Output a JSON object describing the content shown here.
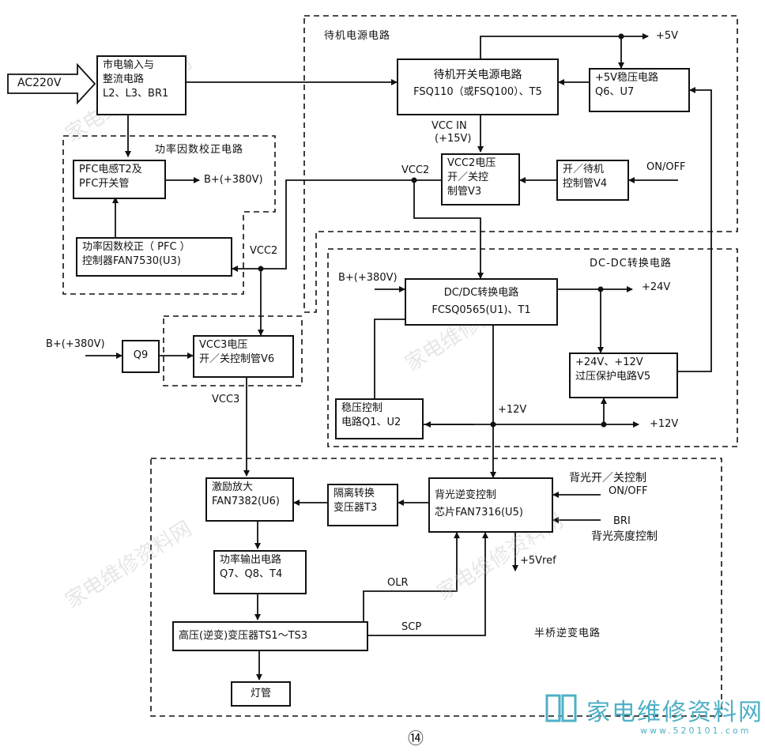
{
  "regions": {
    "standby": "待机电源电路",
    "pfc": "功率因数校正电路",
    "dcdc": "DC-DC转换电路",
    "halfbridge": "半桥逆变电路"
  },
  "blocks": {
    "mains": [
      "市电输入与",
      "整流电路",
      "L2、L3、BR1"
    ],
    "pfc_inductor": [
      "PFC电感T2及",
      "PFC开关管"
    ],
    "pfc_controller": [
      "功率因数校正（ PFC ）",
      "控制器FAN7530(U3)"
    ],
    "standby_smps": [
      "待机开关电源电路",
      "FSQ110（或FSQ100）、T5"
    ],
    "reg5v": [
      "+5V稳压电路",
      "Q6、U7"
    ],
    "vcc2_switch": [
      "VCC2电压",
      "开／关控",
      "制管V3"
    ],
    "standby_ctrl": [
      "开／待机",
      "控制管V4"
    ],
    "q9": [
      "Q9"
    ],
    "vcc3_switch": [
      "VCC3电压",
      "开／关控制管V6"
    ],
    "dcdc": [
      "DC/DC转换电路",
      "FCSQ0565(U1)、T1"
    ],
    "ovp": [
      "+24V、+12V",
      "过压保护电路V5"
    ],
    "regctrl": [
      "稳压控制",
      "电路Q1、U2"
    ],
    "driver": [
      "激励放大",
      "FAN7382(U6)"
    ],
    "isolation": [
      "隔离转换",
      "变压器T3"
    ],
    "backlight_ctrl": [
      "背光逆变控制",
      "芯片FAN7316(U5)"
    ],
    "power_out": [
      "功率输出电路",
      "Q7、Q8、T4"
    ],
    "hv_transformer": [
      "高压(逆变)变压器TS1～TS3"
    ],
    "lamp": [
      "灯管"
    ]
  },
  "labels": {
    "ac220v": "AC220V",
    "plus5v": "+5V",
    "vcc_in": "VCC IN",
    "plus15v": "(+15V)",
    "vcc2_a": "VCC2",
    "vcc2_b": "VCC2",
    "b380_pfc": "B+(+380V)",
    "onoff": "ON/OFF",
    "b380_q9": "B+(+380V)",
    "b380_dcdc": "B+(+380V)",
    "plus24v": "+24V",
    "plus12v_right": "+12V",
    "plus12v_mid": "+12V",
    "vcc3": "VCC3",
    "bl_onoff_title": "背光开／关控制",
    "bl_onoff": "ON/OFF",
    "bri": "BRI",
    "bri_title": "背光亮度控制",
    "vref": "+5Vref",
    "olr": "OLR",
    "scp": "SCP"
  },
  "page_number": "⑭",
  "watermark": {
    "text": "家电维修资料网",
    "url": "www.520101.com",
    "color": "#4fb0c6"
  }
}
